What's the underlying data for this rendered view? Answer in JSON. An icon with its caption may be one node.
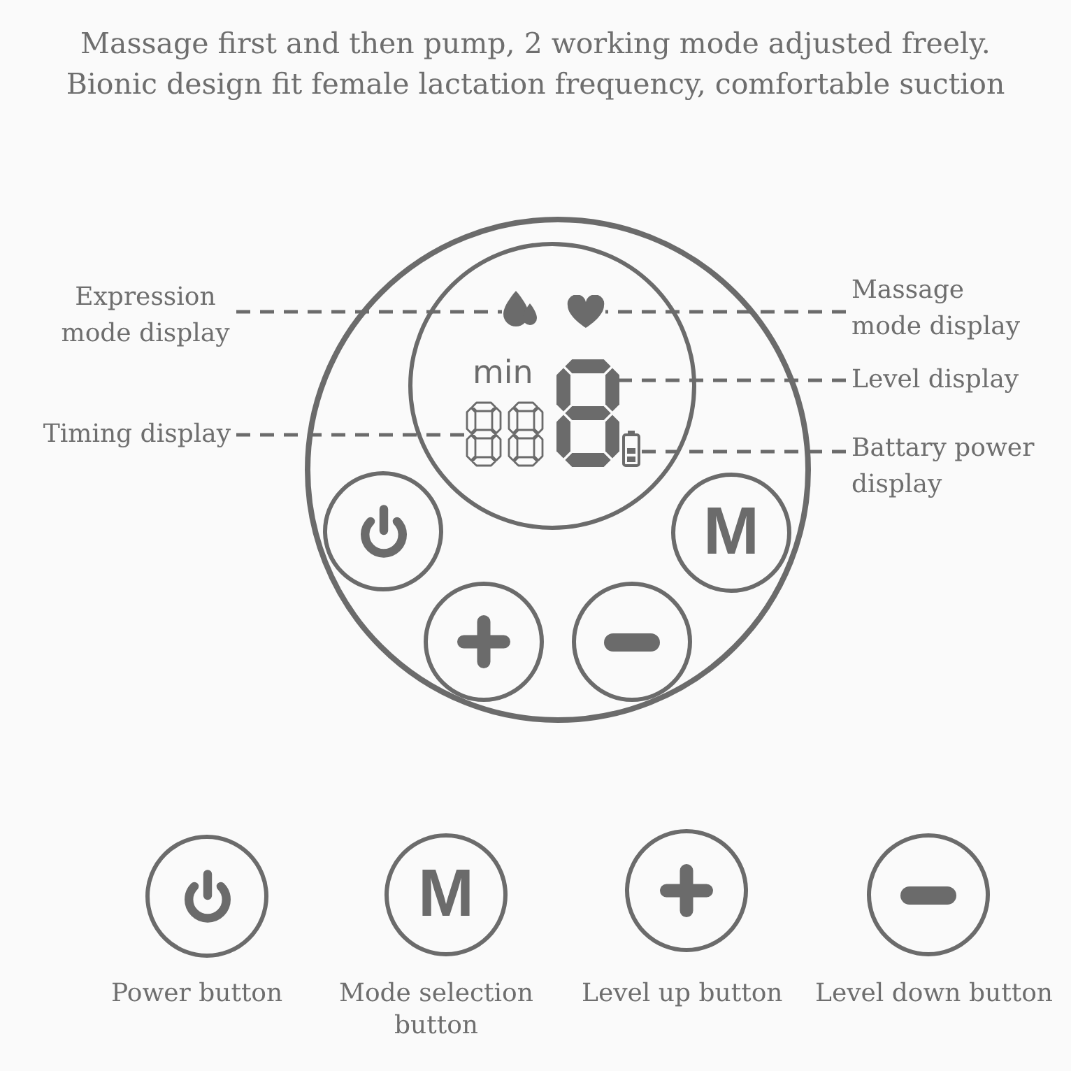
{
  "diagram": {
    "title": "Massage first and then pump, 2 working mode adjusted freely. Bionic design fit female lactation frequency, comfortable suction",
    "nodes": [
      {
        "text": [
          "Expression mode display"
        ]
      },
      {
        "text": [
          "Massage mode display"
        ]
      },
      {
        "text": [],
        "shape": "circle"
      },
      {
        "text": [],
        "shape": "circle",
        "in": 2
      },
      {
        "text": [],
        "shape": "picture",
        "in": 3
      },
      {
        "text": [],
        "shape": "picture",
        "in": 3
      },
      {
        "text": [
          "Level display"
        ]
      },
      {
        "text": [
          "Timing display"
        ]
      },
      {
        "text": [],
        "shape": "picture",
        "in": 3
      },
      {
        "text": [],
        "shape": "picture",
        "in": 3
      },
      {
        "text": [],
        "shape": "picture",
        "in": 3
      },
      {
        "text": [
          "Battary power display"
        ]
      },
      {
        "text": [],
        "shape": "circle",
        "in": 2
      },
      {
        "text": [
          "M"
        ],
        "in": 2
      },
      {
        "text": [],
        "shape": "circle",
        "in": 2
      },
      {
        "text": [],
        "shape": "circle",
        "in": 2
      },
      {
        "text": [],
        "shape": "circle",
        "beside": [
          "Power button"
        ]
      },
      {
        "text": [
          "M"
        ],
        "beside": [
          "Mode selection button"
        ]
      },
      {
        "text": [],
        "shape": "circle",
        "beside": [
          "Level up button"
        ]
      },
      {
        "text": [],
        "shape": "circle",
        "beside": [
          "Level down button"
        ]
      }
    ],
    "edges": [
      {
        "from": 0,
        "to": 4,
        "arrow": "none",
        "style": "dashed"
      },
      {
        "from": 1,
        "to": 5,
        "arrow": "none",
        "style": "dashed"
      },
      {
        "from": 6,
        "to": 9,
        "arrow": "none",
        "style": "dashed"
      },
      {
        "from": 7,
        "to": 8,
        "arrow": "none",
        "style": "dashed"
      },
      {
        "from": 11,
        "to": 10,
        "arrow": "none",
        "style": "dashed"
      }
    ],
    "labels": [
      "min"
    ]
  }
}
